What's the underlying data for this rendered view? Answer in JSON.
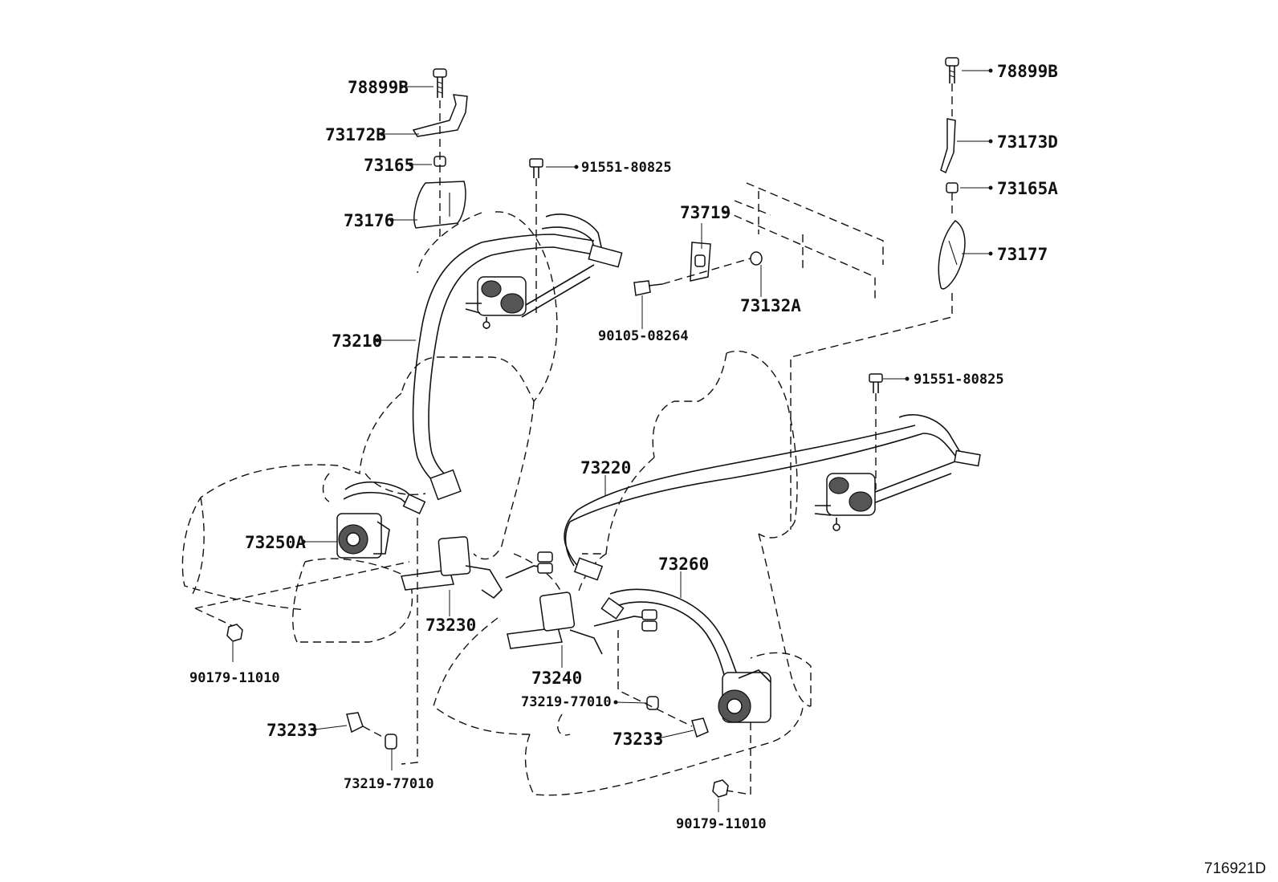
{
  "diagram": {
    "reference_code": "716921D",
    "callouts": [
      {
        "id": "c1",
        "label": "78899B"
      },
      {
        "id": "c2",
        "label": "73172B"
      },
      {
        "id": "c3",
        "label": "73165"
      },
      {
        "id": "c4",
        "label": "73176"
      },
      {
        "id": "c5",
        "label": "91551-80825"
      },
      {
        "id": "c6",
        "label": "73719"
      },
      {
        "id": "c7",
        "label": "90105-08264"
      },
      {
        "id": "c8",
        "label": "73132A"
      },
      {
        "id": "c9",
        "label": "73210"
      },
      {
        "id": "c10",
        "label": "78899B"
      },
      {
        "id": "c11",
        "label": "73173D"
      },
      {
        "id": "c12",
        "label": "73165A"
      },
      {
        "id": "c13",
        "label": "73177"
      },
      {
        "id": "c14",
        "label": "91551-80825"
      },
      {
        "id": "c15",
        "label": "73220"
      },
      {
        "id": "c16",
        "label": "73250A"
      },
      {
        "id": "c17",
        "label": "73260"
      },
      {
        "id": "c18",
        "label": "73230"
      },
      {
        "id": "c19",
        "label": "73240"
      },
      {
        "id": "c20",
        "label": "90179-11010"
      },
      {
        "id": "c21",
        "label": "73219-77010"
      },
      {
        "id": "c22",
        "label": "73233"
      },
      {
        "id": "c23",
        "label": "73233"
      },
      {
        "id": "c24",
        "label": "73219-77010"
      },
      {
        "id": "c25",
        "label": "90179-11010"
      }
    ]
  }
}
